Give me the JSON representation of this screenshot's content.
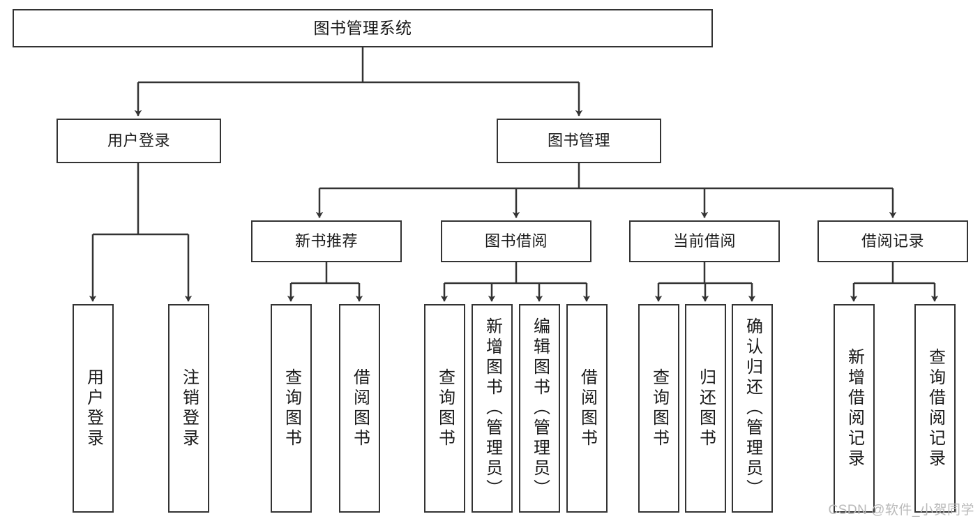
{
  "diagram": {
    "type": "tree",
    "title": "图书管理系统",
    "colors": {
      "stroke": "#333333",
      "fill": "#ffffff",
      "text": "#1a1a1a",
      "watermark": "#b9b9b9"
    },
    "nodes": {
      "root": {
        "label": "图书管理系统",
        "level": 1
      },
      "l2_user_login": {
        "label": "用户登录",
        "level": 2
      },
      "l2_book_manage": {
        "label": "图书管理",
        "level": 2
      },
      "l3_new_book_rec": {
        "label": "新书推荐",
        "level": 3
      },
      "l3_book_borrow": {
        "label": "图书借阅",
        "level": 3
      },
      "l3_current_borrow": {
        "label": "当前借阅",
        "level": 3
      },
      "l3_borrow_record": {
        "label": "借阅记录",
        "level": 3
      },
      "leaf_user_login": {
        "label": "用户登录",
        "level": 4,
        "orientation": "vertical"
      },
      "leaf_logout": {
        "label": "注销登录",
        "level": 4,
        "orientation": "vertical"
      },
      "leaf_query_book_a": {
        "label": "查询图书",
        "level": 4,
        "orientation": "vertical"
      },
      "leaf_borrow_book_a": {
        "label": "借阅图书",
        "level": 4,
        "orientation": "vertical"
      },
      "leaf_query_book_b": {
        "label": "查询图书",
        "level": 4,
        "orientation": "vertical"
      },
      "leaf_add_book": {
        "label": "新增图书（管理员）",
        "level": 4,
        "orientation": "vertical"
      },
      "leaf_edit_book": {
        "label": "编辑图书（管理员）",
        "level": 4,
        "orientation": "vertical"
      },
      "leaf_borrow_book_b": {
        "label": "借阅图书",
        "level": 4,
        "orientation": "vertical"
      },
      "leaf_query_book_c": {
        "label": "查询图书",
        "level": 4,
        "orientation": "vertical"
      },
      "leaf_return_book": {
        "label": "归还图书",
        "level": 4,
        "orientation": "vertical"
      },
      "leaf_confirm_return": {
        "label": "确认归还（管理员）",
        "level": 4,
        "orientation": "vertical"
      },
      "leaf_add_record": {
        "label": "新增借阅记录",
        "level": 4,
        "orientation": "vertical"
      },
      "leaf_query_record": {
        "label": "查询借阅记录",
        "level": 4,
        "orientation": "vertical"
      }
    },
    "edges": [
      {
        "from": "root",
        "to": "l2_user_login"
      },
      {
        "from": "root",
        "to": "l2_book_manage"
      },
      {
        "from": "l2_user_login",
        "to": "leaf_user_login"
      },
      {
        "from": "l2_user_login",
        "to": "leaf_logout"
      },
      {
        "from": "l2_book_manage",
        "to": "l3_new_book_rec"
      },
      {
        "from": "l2_book_manage",
        "to": "l3_book_borrow"
      },
      {
        "from": "l2_book_manage",
        "to": "l3_current_borrow"
      },
      {
        "from": "l2_book_manage",
        "to": "l3_borrow_record"
      },
      {
        "from": "l3_new_book_rec",
        "to": "leaf_query_book_a"
      },
      {
        "from": "l3_new_book_rec",
        "to": "leaf_borrow_book_a"
      },
      {
        "from": "l3_book_borrow",
        "to": "leaf_query_book_b"
      },
      {
        "from": "l3_book_borrow",
        "to": "leaf_add_book"
      },
      {
        "from": "l3_book_borrow",
        "to": "leaf_edit_book"
      },
      {
        "from": "l3_book_borrow",
        "to": "leaf_borrow_book_b"
      },
      {
        "from": "l3_current_borrow",
        "to": "leaf_query_book_c"
      },
      {
        "from": "l3_current_borrow",
        "to": "leaf_return_book"
      },
      {
        "from": "l3_current_borrow",
        "to": "leaf_confirm_return"
      },
      {
        "from": "l3_borrow_record",
        "to": "leaf_add_record"
      },
      {
        "from": "l3_borrow_record",
        "to": "leaf_query_record"
      }
    ]
  },
  "watermark": {
    "text": "CSDN @软件_小贺同学"
  }
}
